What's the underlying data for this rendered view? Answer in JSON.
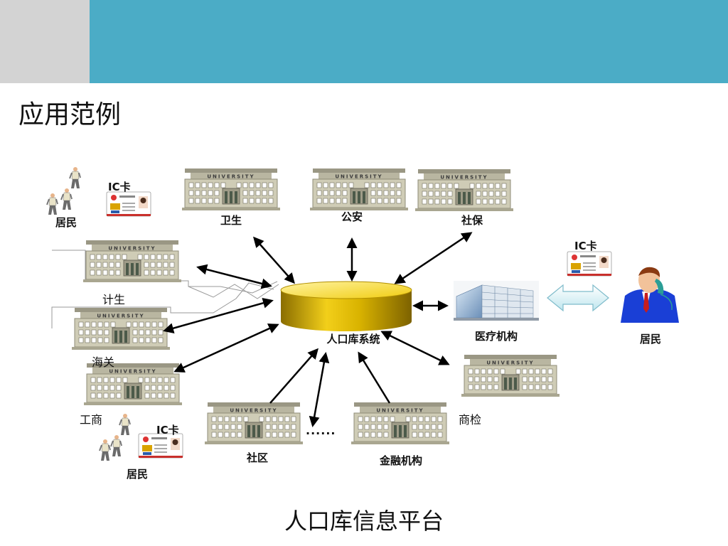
{
  "slide": {
    "title": "应用范例",
    "footer": "人口库信息平台"
  },
  "diagram": {
    "center": "人口库系统",
    "nodes": {
      "weisheng": "卫生",
      "gongan": "公安",
      "shebao": "社保",
      "jisheng": "计生",
      "haiguan": "海关",
      "gongshang": "工商",
      "shequ": "社区",
      "jinrong": "金融机构",
      "shangjian": "商检",
      "yiliao": "医疗机构"
    },
    "residents": {
      "top_left": "居民",
      "bottom_left": "居民",
      "right": "居民"
    },
    "ic_card": "IC卡",
    "building_sign": "UNIVERSITY",
    "ellipsis": "......",
    "colors": {
      "header_blue": "#4bacc6",
      "header_grey": "#d3d3d3",
      "cylinder_gold": "#c9a400",
      "building": "#c8c5b0"
    }
  }
}
